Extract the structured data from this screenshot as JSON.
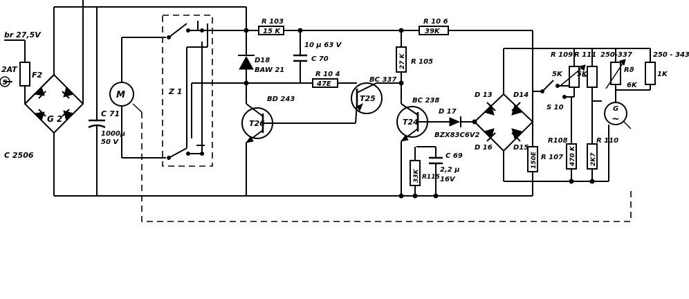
{
  "labels": {
    "supply": "br 27,5V",
    "fuse_rating": "2AT",
    "fuse_name": "F2",
    "fuse_symbol": "S",
    "bridge": "G 2",
    "bridge_part": "C 2506",
    "motor": "M",
    "c71": "C 71",
    "c71_value_a": "1000µ",
    "c71_value_b": "50 V",
    "switch": "Z 1",
    "r103_name": "R 103",
    "r103_value": "15 K",
    "d18_name": "D18",
    "d18_part": "BAW 21",
    "c70_value": "10 µ  63 V",
    "c70_name": "C 70",
    "r104_name": "R 10 4",
    "r104_value": "47E",
    "t26_part": "BD 243",
    "t26": "T26",
    "t25_part": "BC 337",
    "t25": "T25",
    "r106_name": "R 10 6",
    "r106_value": "39K",
    "r105_value": "27 K",
    "r105_name": "R 105",
    "t24_part": "BC 238",
    "t24": "T24",
    "d17_name": "D 17",
    "d17_part": "BZX83C6V2",
    "c69_name": "C 69",
    "c69_value_a": "2,2 µ",
    "c69_value_b": "16V",
    "r115_value": "33K",
    "r115_name": "R115",
    "d13": "D 13",
    "d14": "D14",
    "d15": "D15",
    "d16": "D 16",
    "r107_value": "150E",
    "r107_name": "R 107",
    "r108_name": "R108",
    "r108_value": "470 K",
    "r109_name": "R 109",
    "r109_value": "5K",
    "r111_name": "R 111",
    "r111_value": "5K",
    "rv_part": "250-337",
    "rv_symbol": "Rϑ",
    "rv_value": "6K",
    "r_part2": "250 - 343",
    "r_1k": "1K",
    "r110_name": "R 110",
    "r110_value": "2K7",
    "s10": "S 10",
    "gen": "G",
    "gen_tilde": "~"
  }
}
